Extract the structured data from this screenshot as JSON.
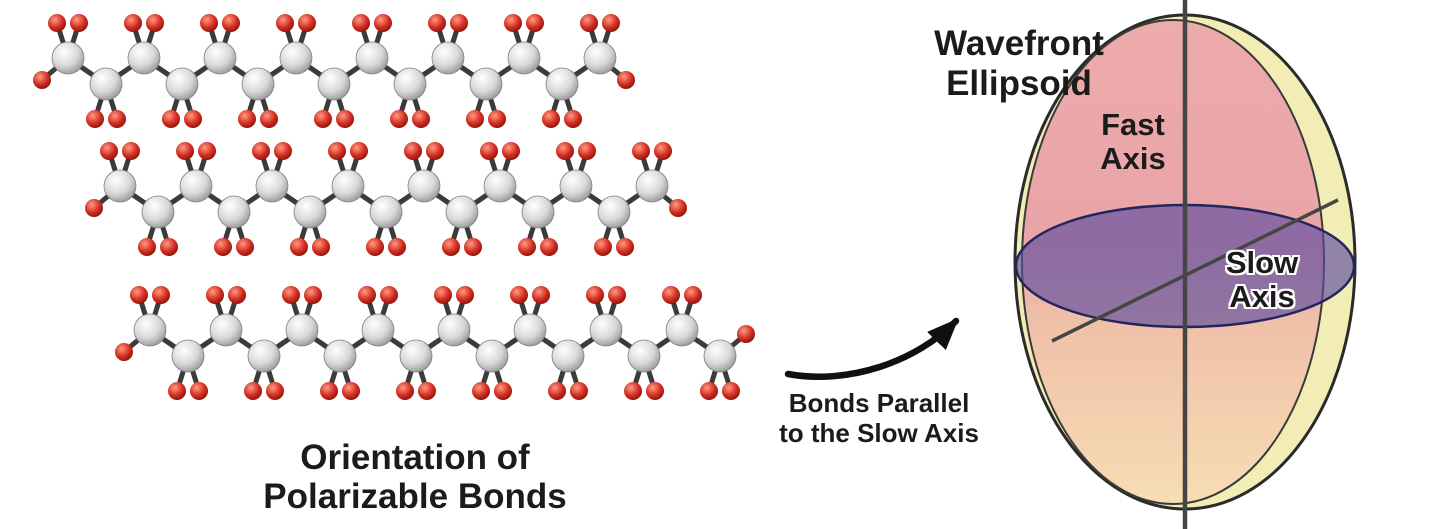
{
  "labels": {
    "orientation": {
      "line1": "Orientation of",
      "line2": "Polarizable Bonds"
    },
    "arrow_caption": {
      "line1": "Bonds Parallel",
      "line2": "to the Slow Axis"
    },
    "ellipsoid_title": {
      "line1": "Wavefront",
      "line2": "Ellipsoid"
    },
    "fast_axis": {
      "line1": "Fast",
      "line2": "Axis"
    },
    "slow_axis": {
      "line1": "Slow",
      "line2": "Axis"
    }
  },
  "colors": {
    "background": "#ffffff",
    "text": "#1b1b1b",
    "bond": "#3b3b3b",
    "carbon_atom": "#cccccc",
    "substituent_atom": "#c2261d",
    "ellipsoid_outer": "#f2edb4",
    "ellipsoid_outline": "#2b2b2b",
    "disk_fill": "rgba(94,77,160,0.66)",
    "disk_outline": "#23265e",
    "axis_line": "#454545",
    "arrow": "#101010"
  }
}
